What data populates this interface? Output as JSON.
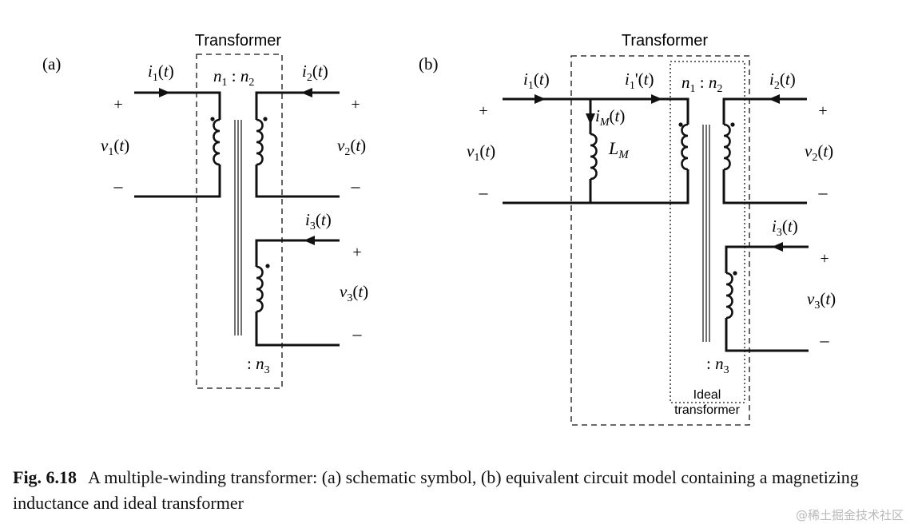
{
  "caption": {
    "label": "Fig. 6.18",
    "text": "A multiple-winding transformer: (a) schematic symbol, (b) equivalent circuit model containing a magnetizing inductance and ideal transformer"
  },
  "watermark": "@稀土掘金技术社区",
  "panel_a": {
    "tag": "(a)",
    "title": "Transformer",
    "i1": "1",
    "i2": "2",
    "i3": "3",
    "v1": "1",
    "v2": "2",
    "v3": "3",
    "plus": "+",
    "minus": "–",
    "n1": "1",
    "n2": "2",
    "n3": "3"
  },
  "panel_b": {
    "tag": "(b)",
    "title": "Transformer",
    "ideal_line1": "Ideal",
    "ideal_line2": "transformer",
    "i1": "1",
    "i1p": "1",
    "i2": "2",
    "i3": "3",
    "iM": "M",
    "LM": "M",
    "v1": "1",
    "v2": "2",
    "v3": "3",
    "plus": "+",
    "minus": "–",
    "n1": "1",
    "n2": "2",
    "n3": "3"
  }
}
